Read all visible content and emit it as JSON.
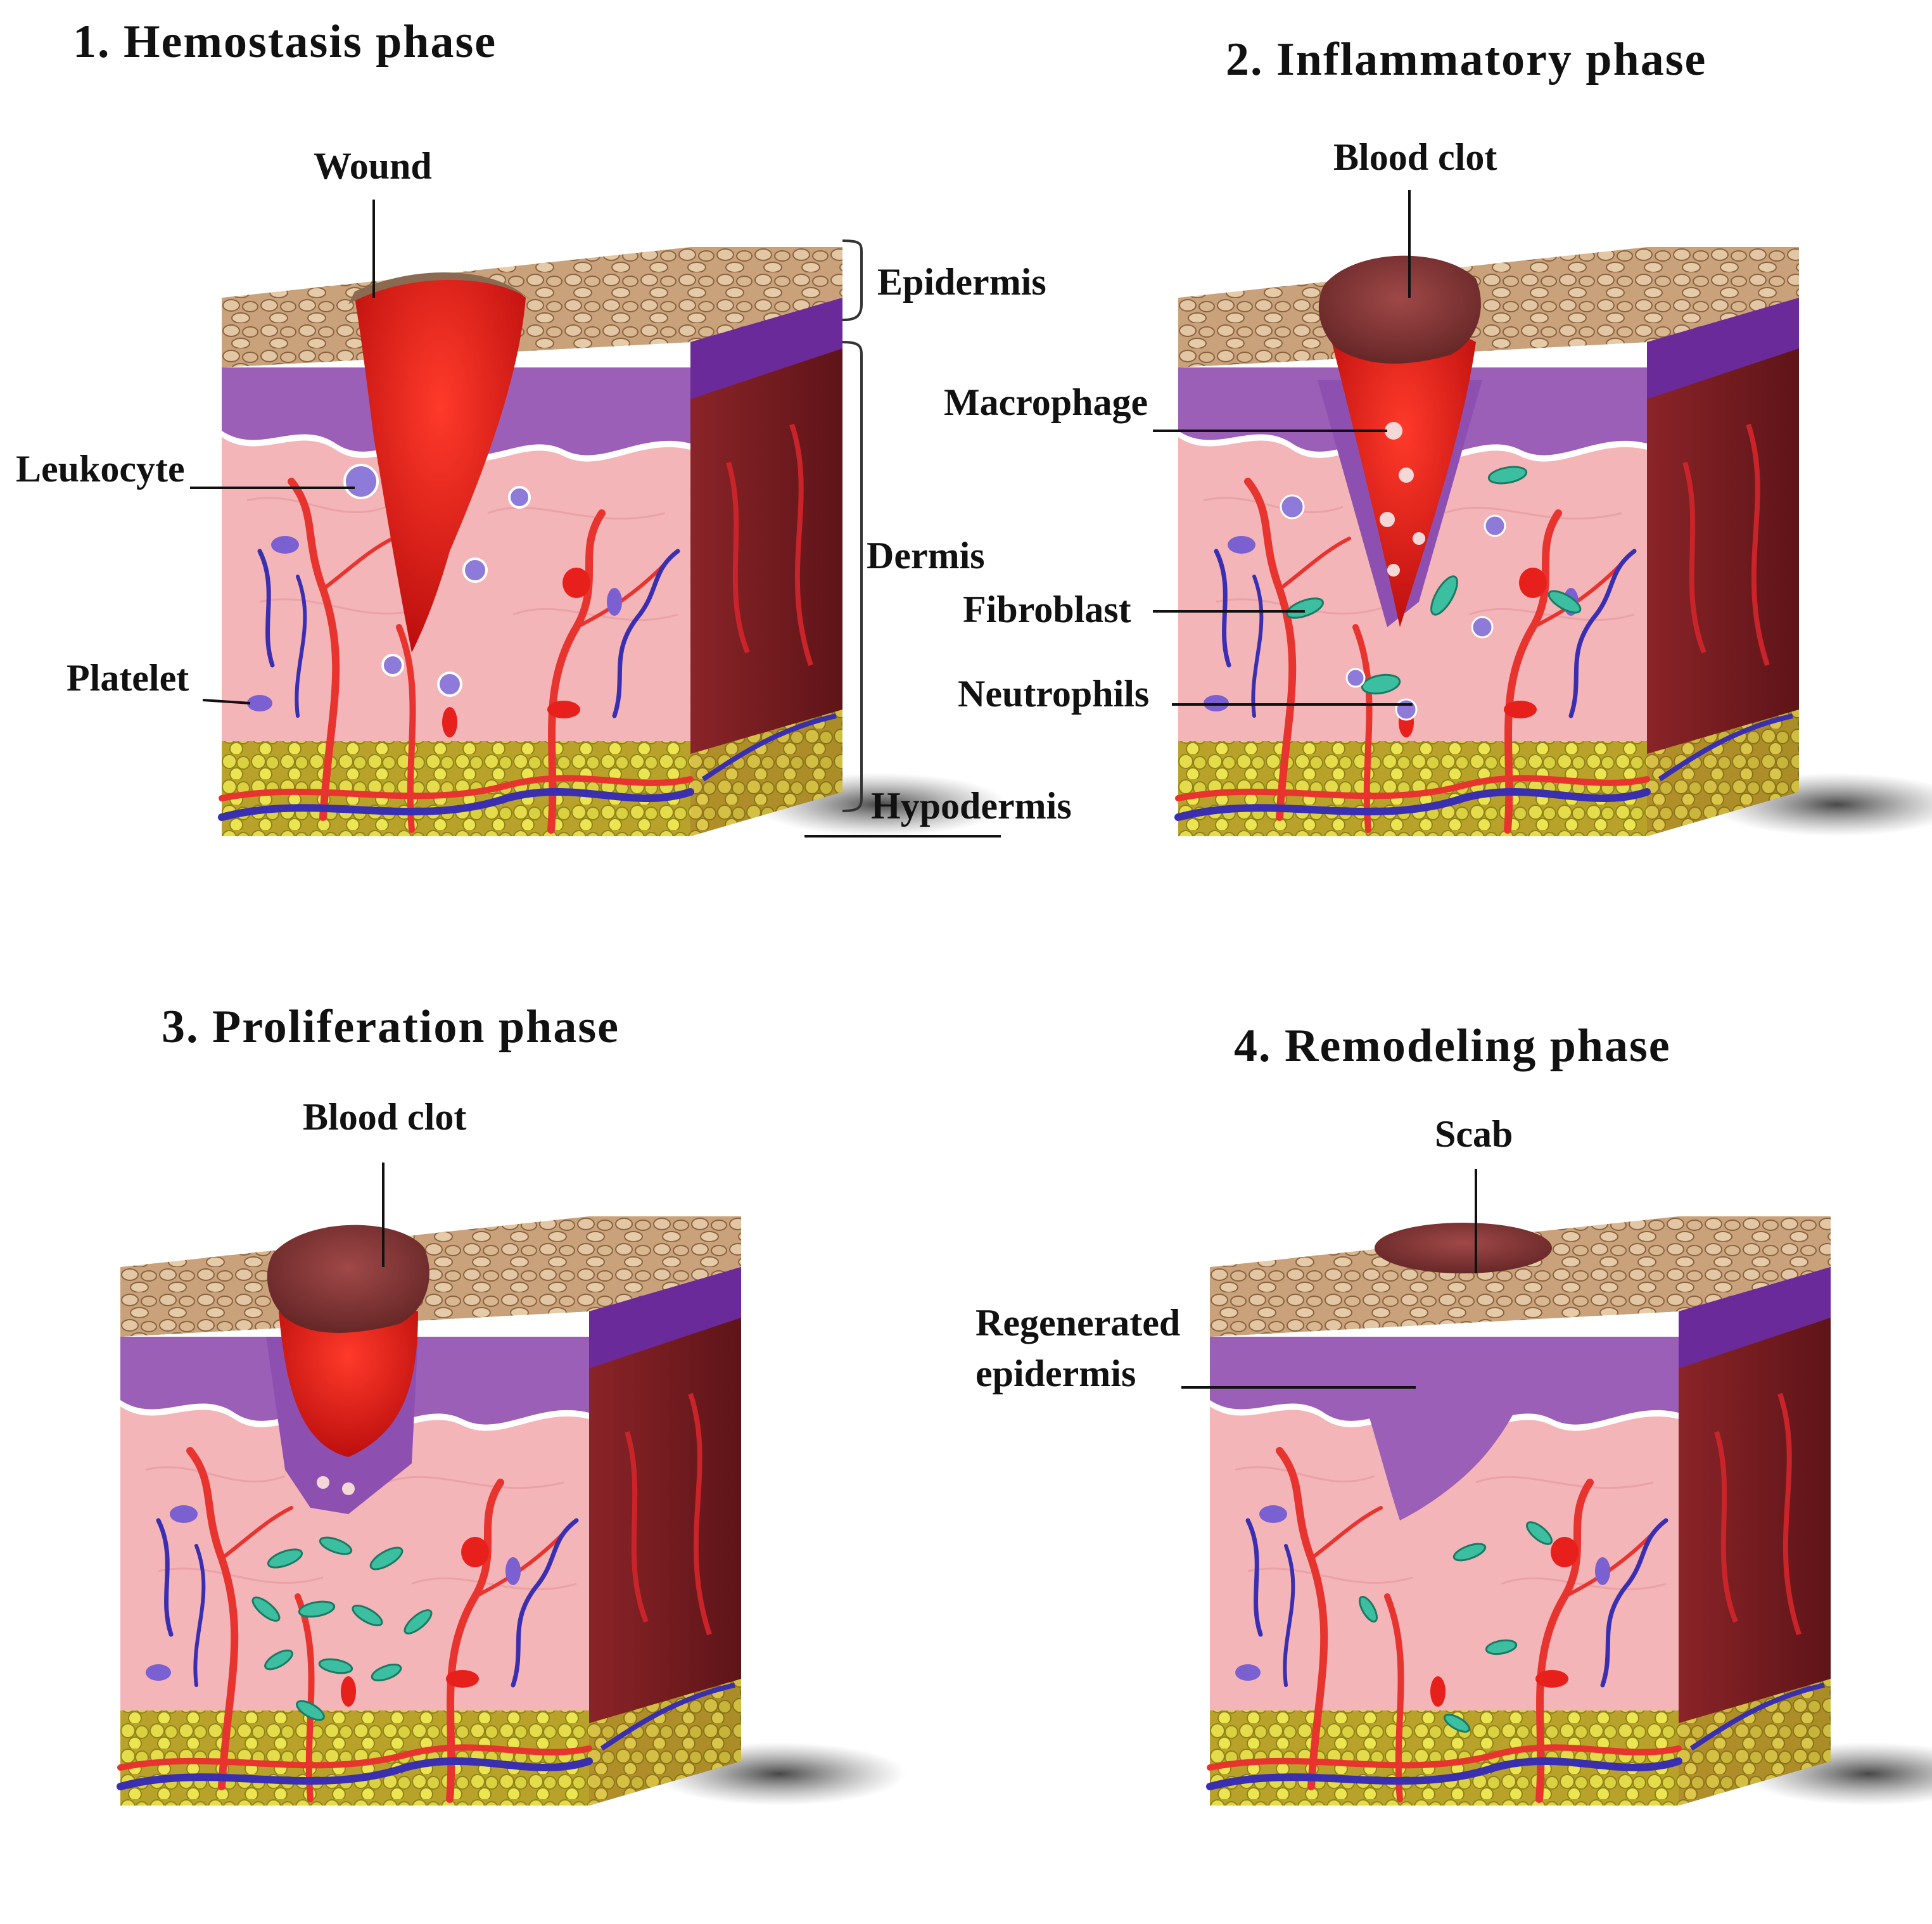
{
  "panels": [
    {
      "title": "1.  Hemostasis phase",
      "labels": {
        "wound": "Wound",
        "epidermis": "Epidermis",
        "dermis": "Dermis",
        "hypodermis": "Hypodermis",
        "leukocyte": "Leukocyte",
        "platelet": "Platelet"
      }
    },
    {
      "title": "2.  Inflammatory phase",
      "labels": {
        "blood_clot": "Blood clot",
        "macrophage": "Macrophage",
        "fibroblast": "Fibroblast",
        "neutrophils": "Neutrophils"
      }
    },
    {
      "title": "3.  Proliferation phase",
      "labels": {
        "blood_clot": "Blood clot"
      }
    },
    {
      "title": "4.  Remodeling phase",
      "labels": {
        "scab": "Scab",
        "regenerated_1": "Regenerated",
        "regenerated_2": "epidermis"
      }
    }
  ],
  "colors": {
    "skin_surface": "#c9a27c",
    "epidermis": "#9b5fb8",
    "dermis": "#f3b5b8",
    "side_face": "#7a1f24",
    "fat": "#d8d23a",
    "artery": "#e8342f",
    "vein": "#3a2fb0",
    "wound": "#e01818",
    "clot": "#8c3a3a",
    "fibroblast": "#3bbfa0",
    "leukocyte": "#8e7ad8"
  }
}
